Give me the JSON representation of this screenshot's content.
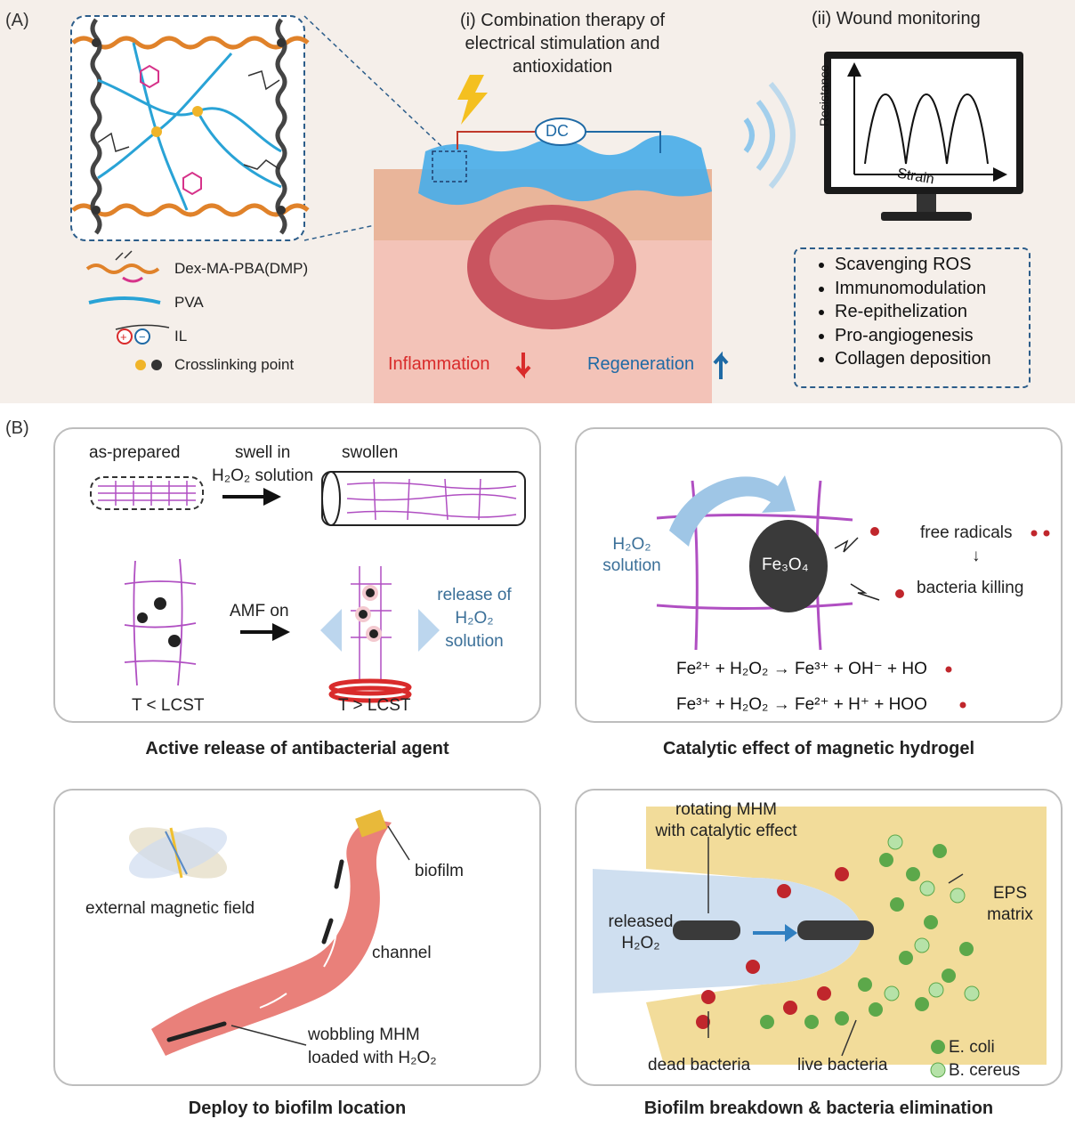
{
  "panel_a": {
    "label": "(A)",
    "therapy_title": [
      "(i) Combination therapy of",
      "electrical stimulation and",
      "antioxidation"
    ],
    "monitoring_title": "(ii) Wound monitoring",
    "dc_label": "DC",
    "chart_ylabel": "Resistance",
    "chart_xlabel": "Strain",
    "inflammation": "Inflammation",
    "regeneration": "Regeneration",
    "legend": [
      {
        "label": "Dex-MA-PBA(DMP)"
      },
      {
        "label": "PVA"
      },
      {
        "label": "IL"
      },
      {
        "label": "Crosslinking point"
      }
    ],
    "bullets": [
      "Scavenging ROS",
      "Immunomodulation",
      "Re-epithelization",
      "Pro-angiogenesis",
      "Collagen deposition"
    ],
    "colors": {
      "dmp": "#e0822a",
      "pva": "#29a3d6",
      "inflammation": "#d92b2b",
      "regeneration": "#1f6aa5",
      "frame": "#2c5d8a"
    }
  },
  "panel_b": {
    "label": "(B)",
    "card1": {
      "as_prepared": "as-prepared",
      "swell_in": "swell in",
      "h2o2_solution": "H₂O₂ solution",
      "swollen": "swollen",
      "amf_on": "AMF on",
      "release_of": [
        "release of",
        "H₂O₂",
        "solution"
      ],
      "t_low": "T < LCST",
      "t_high": "T > LCST",
      "caption": "Active release of antibacterial agent"
    },
    "card2": {
      "h2o2": [
        "H₂O₂",
        "solution"
      ],
      "fe3o4": "Fe₃O₄",
      "free_radicals": "free radicals",
      "arrow": "↓",
      "bacteria_killing": "bacteria killing",
      "eq1": "Fe²⁺ + H₂O₂ → Fe³⁺ + OH⁻ + HO",
      "eq2": "Fe³⁺ + H₂O₂ → Fe²⁺ + H⁺ + HOO",
      "caption": "Catalytic effect of magnetic hydrogel"
    },
    "card3": {
      "external_field": "external magnetic field",
      "biofilm": "biofilm",
      "channel": "channel",
      "wobbling": [
        "wobbling MHM",
        "loaded with H₂O₂"
      ],
      "caption": "Deploy to biofilm location"
    },
    "card4": {
      "rotating": [
        "rotating MHM",
        "with catalytic effect"
      ],
      "released": [
        "released",
        "H₂O₂"
      ],
      "eps": [
        "EPS",
        "matrix"
      ],
      "dead": "dead bacteria",
      "live": "live bacteria",
      "ecoli": "E. coli",
      "bcereus": "B. cereus",
      "caption": "Biofilm breakdown & bacteria elimination"
    }
  }
}
